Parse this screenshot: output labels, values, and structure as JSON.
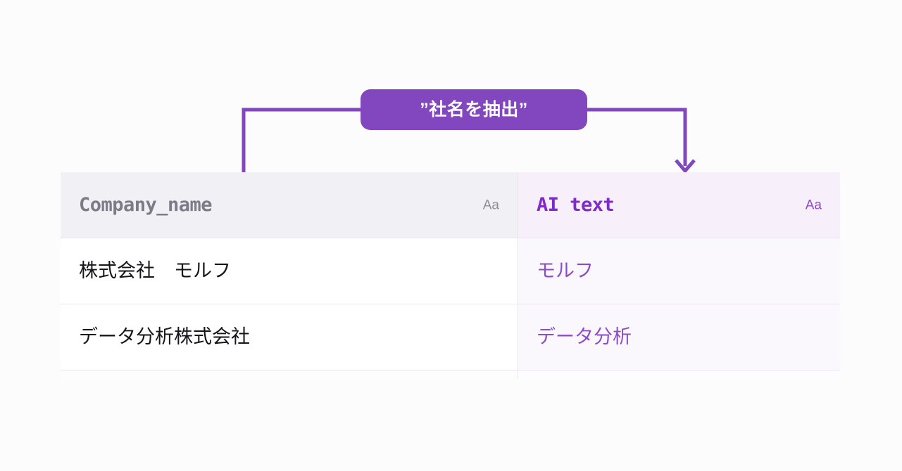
{
  "diagram": {
    "prompt_badge": {
      "text": "”社名を抽出”",
      "color": "#8246bf",
      "text_color": "#ffffff"
    },
    "connectors": [
      {
        "name": "source-column-connector",
        "has_arrowhead": false,
        "color": "#8246bf"
      },
      {
        "name": "target-column-connector",
        "has_arrowhead": true,
        "color": "#8246bf"
      }
    ]
  },
  "table": {
    "columns": [
      {
        "key": "company_name",
        "label": "Company_name",
        "type_icon": "Aa",
        "header_bg": "#f1f0f4",
        "label_color": "#7c7b87",
        "is_ai": false
      },
      {
        "key": "ai_text",
        "label": "AI text",
        "type_icon": "Aa",
        "header_bg": "#f7f0fb",
        "label_color": "#8129cc",
        "is_ai": true
      }
    ],
    "rows": [
      {
        "company_name": "株式会社　モルフ",
        "ai_text": "モルフ"
      },
      {
        "company_name": "データ分析株式会社",
        "ai_text": "データ分析"
      }
    ]
  }
}
